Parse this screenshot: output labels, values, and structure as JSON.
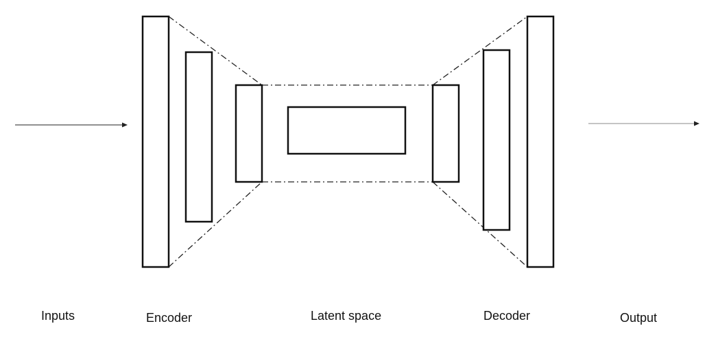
{
  "labels": {
    "inputs": "Inputs",
    "encoder": "Encoder",
    "latent": "Latent space",
    "decoder": "Decoder",
    "output": "Output"
  },
  "colors": {
    "stroke": "#111111",
    "background": "#ffffff"
  }
}
